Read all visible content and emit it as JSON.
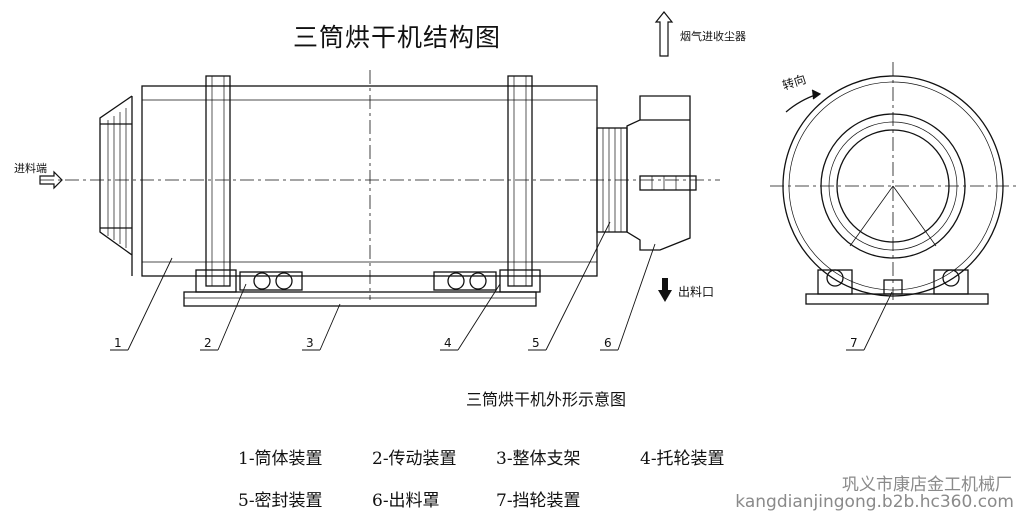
{
  "title": "三筒烘干机结构图",
  "subtitle": "三筒烘干机外形示意图",
  "labels": {
    "feed_inlet": "进料端",
    "smoke": "烟气进收尘器",
    "outlet": "出料口",
    "rotation": "转向"
  },
  "part_numbers": [
    "1",
    "2",
    "3",
    "4",
    "5",
    "6",
    "7"
  ],
  "legend": [
    "1-筒体装置",
    "2-传动装置",
    "3-整体支架",
    "4-托轮装置",
    "5-密封装置",
    "6-出料罩",
    "7-挡轮装置"
  ],
  "watermark": {
    "company": "巩义市康店金工机械厂",
    "url": "kangdianjingong.b2b.hc360.com"
  }
}
